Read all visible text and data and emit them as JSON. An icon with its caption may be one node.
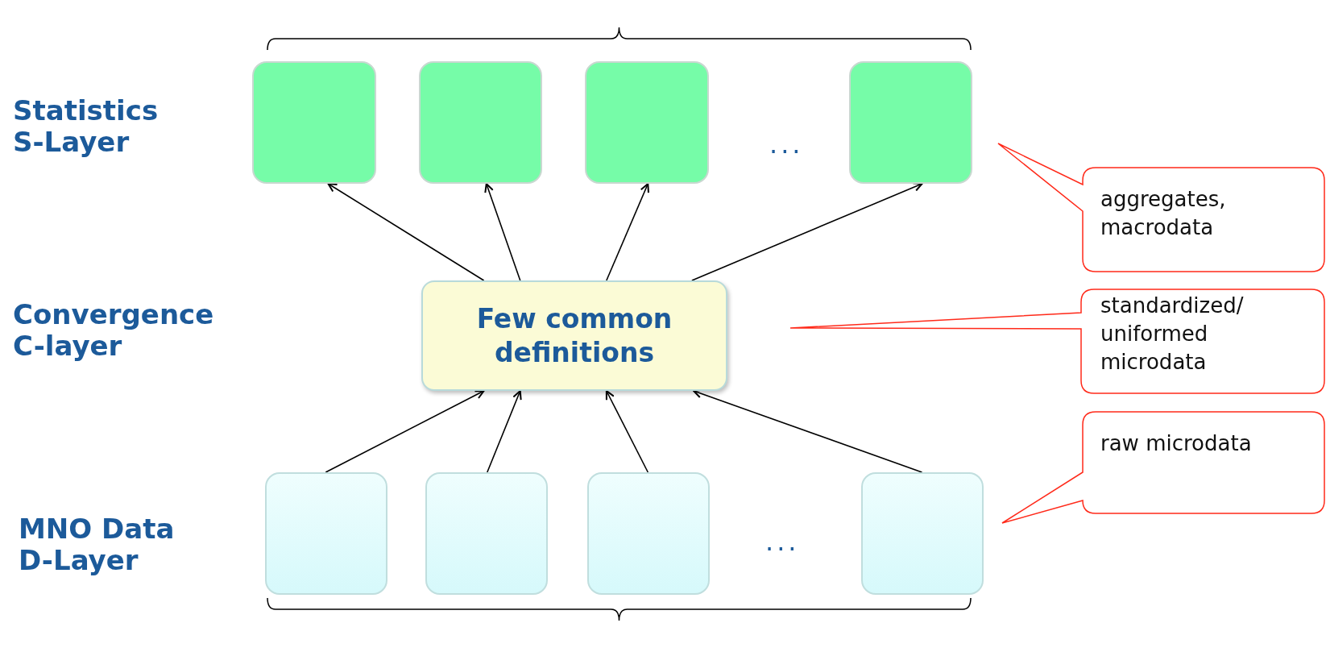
{
  "diagram": {
    "nodes": [
      {
        "text": [],
        "shape": "box"
      },
      {
        "text": [],
        "shape": "box"
      },
      {
        "text": [],
        "shape": "box"
      },
      {
        "text": [],
        "shape": "box"
      },
      {
        "text": [
          "Few common definitions"
        ]
      },
      {
        "text": [],
        "shape": "box"
      },
      {
        "text": [],
        "shape": "box"
      },
      {
        "text": [],
        "shape": "box"
      },
      {
        "text": [],
        "shape": "box"
      },
      {
        "text": [
          "aggregates, macrodata"
        ]
      },
      {
        "text": [
          "standardized/ uniformed microdata"
        ]
      },
      {
        "text": [
          "raw microdata"
        ]
      }
    ],
    "edges": [
      {
        "from": 4,
        "to": 0,
        "arrow": "to"
      },
      {
        "from": 4,
        "to": 1,
        "arrow": "to"
      },
      {
        "from": 4,
        "to": 2,
        "arrow": "to"
      },
      {
        "from": 4,
        "to": 3,
        "arrow": "to"
      },
      {
        "from": 5,
        "to": 4,
        "arrow": "to"
      },
      {
        "from": 6,
        "to": 4,
        "arrow": "to"
      },
      {
        "from": 7,
        "to": 4,
        "arrow": "to"
      },
      {
        "from": 8,
        "to": 4,
        "arrow": "to"
      }
    ],
    "labels": [
      "Statistics S-Layer",
      "...",
      "Convergence C-layer",
      "MNO Data D-Layer",
      "..."
    ]
  }
}
